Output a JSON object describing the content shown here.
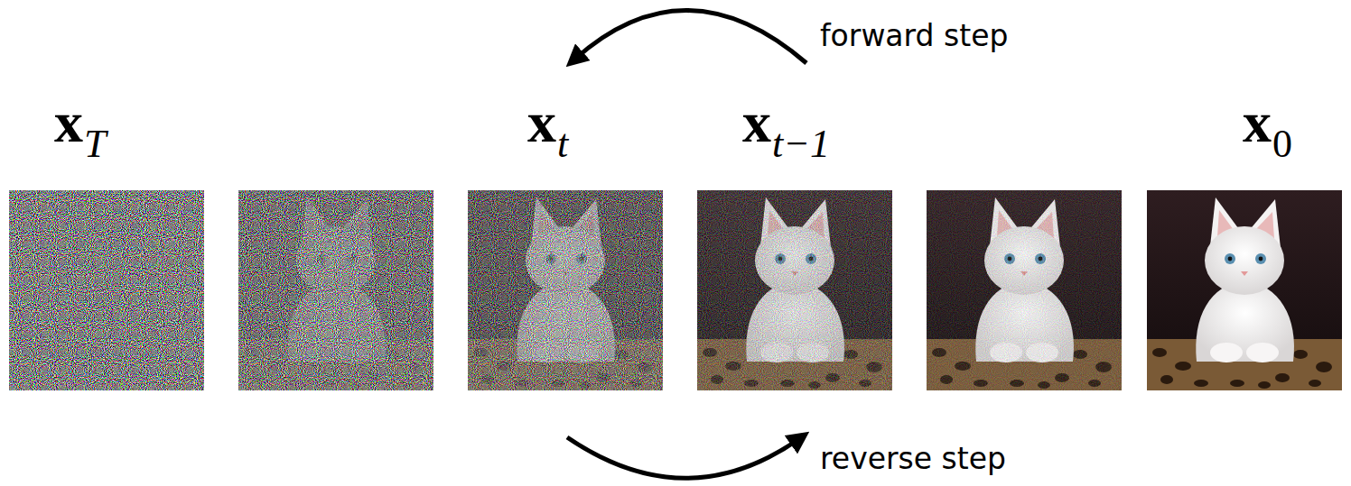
{
  "diagram": {
    "labels": [
      "x",
      "T",
      "x",
      "t",
      "x",
      "t−1",
      "x",
      "0",
      "forward step",
      "reverse step"
    ]
  }
}
